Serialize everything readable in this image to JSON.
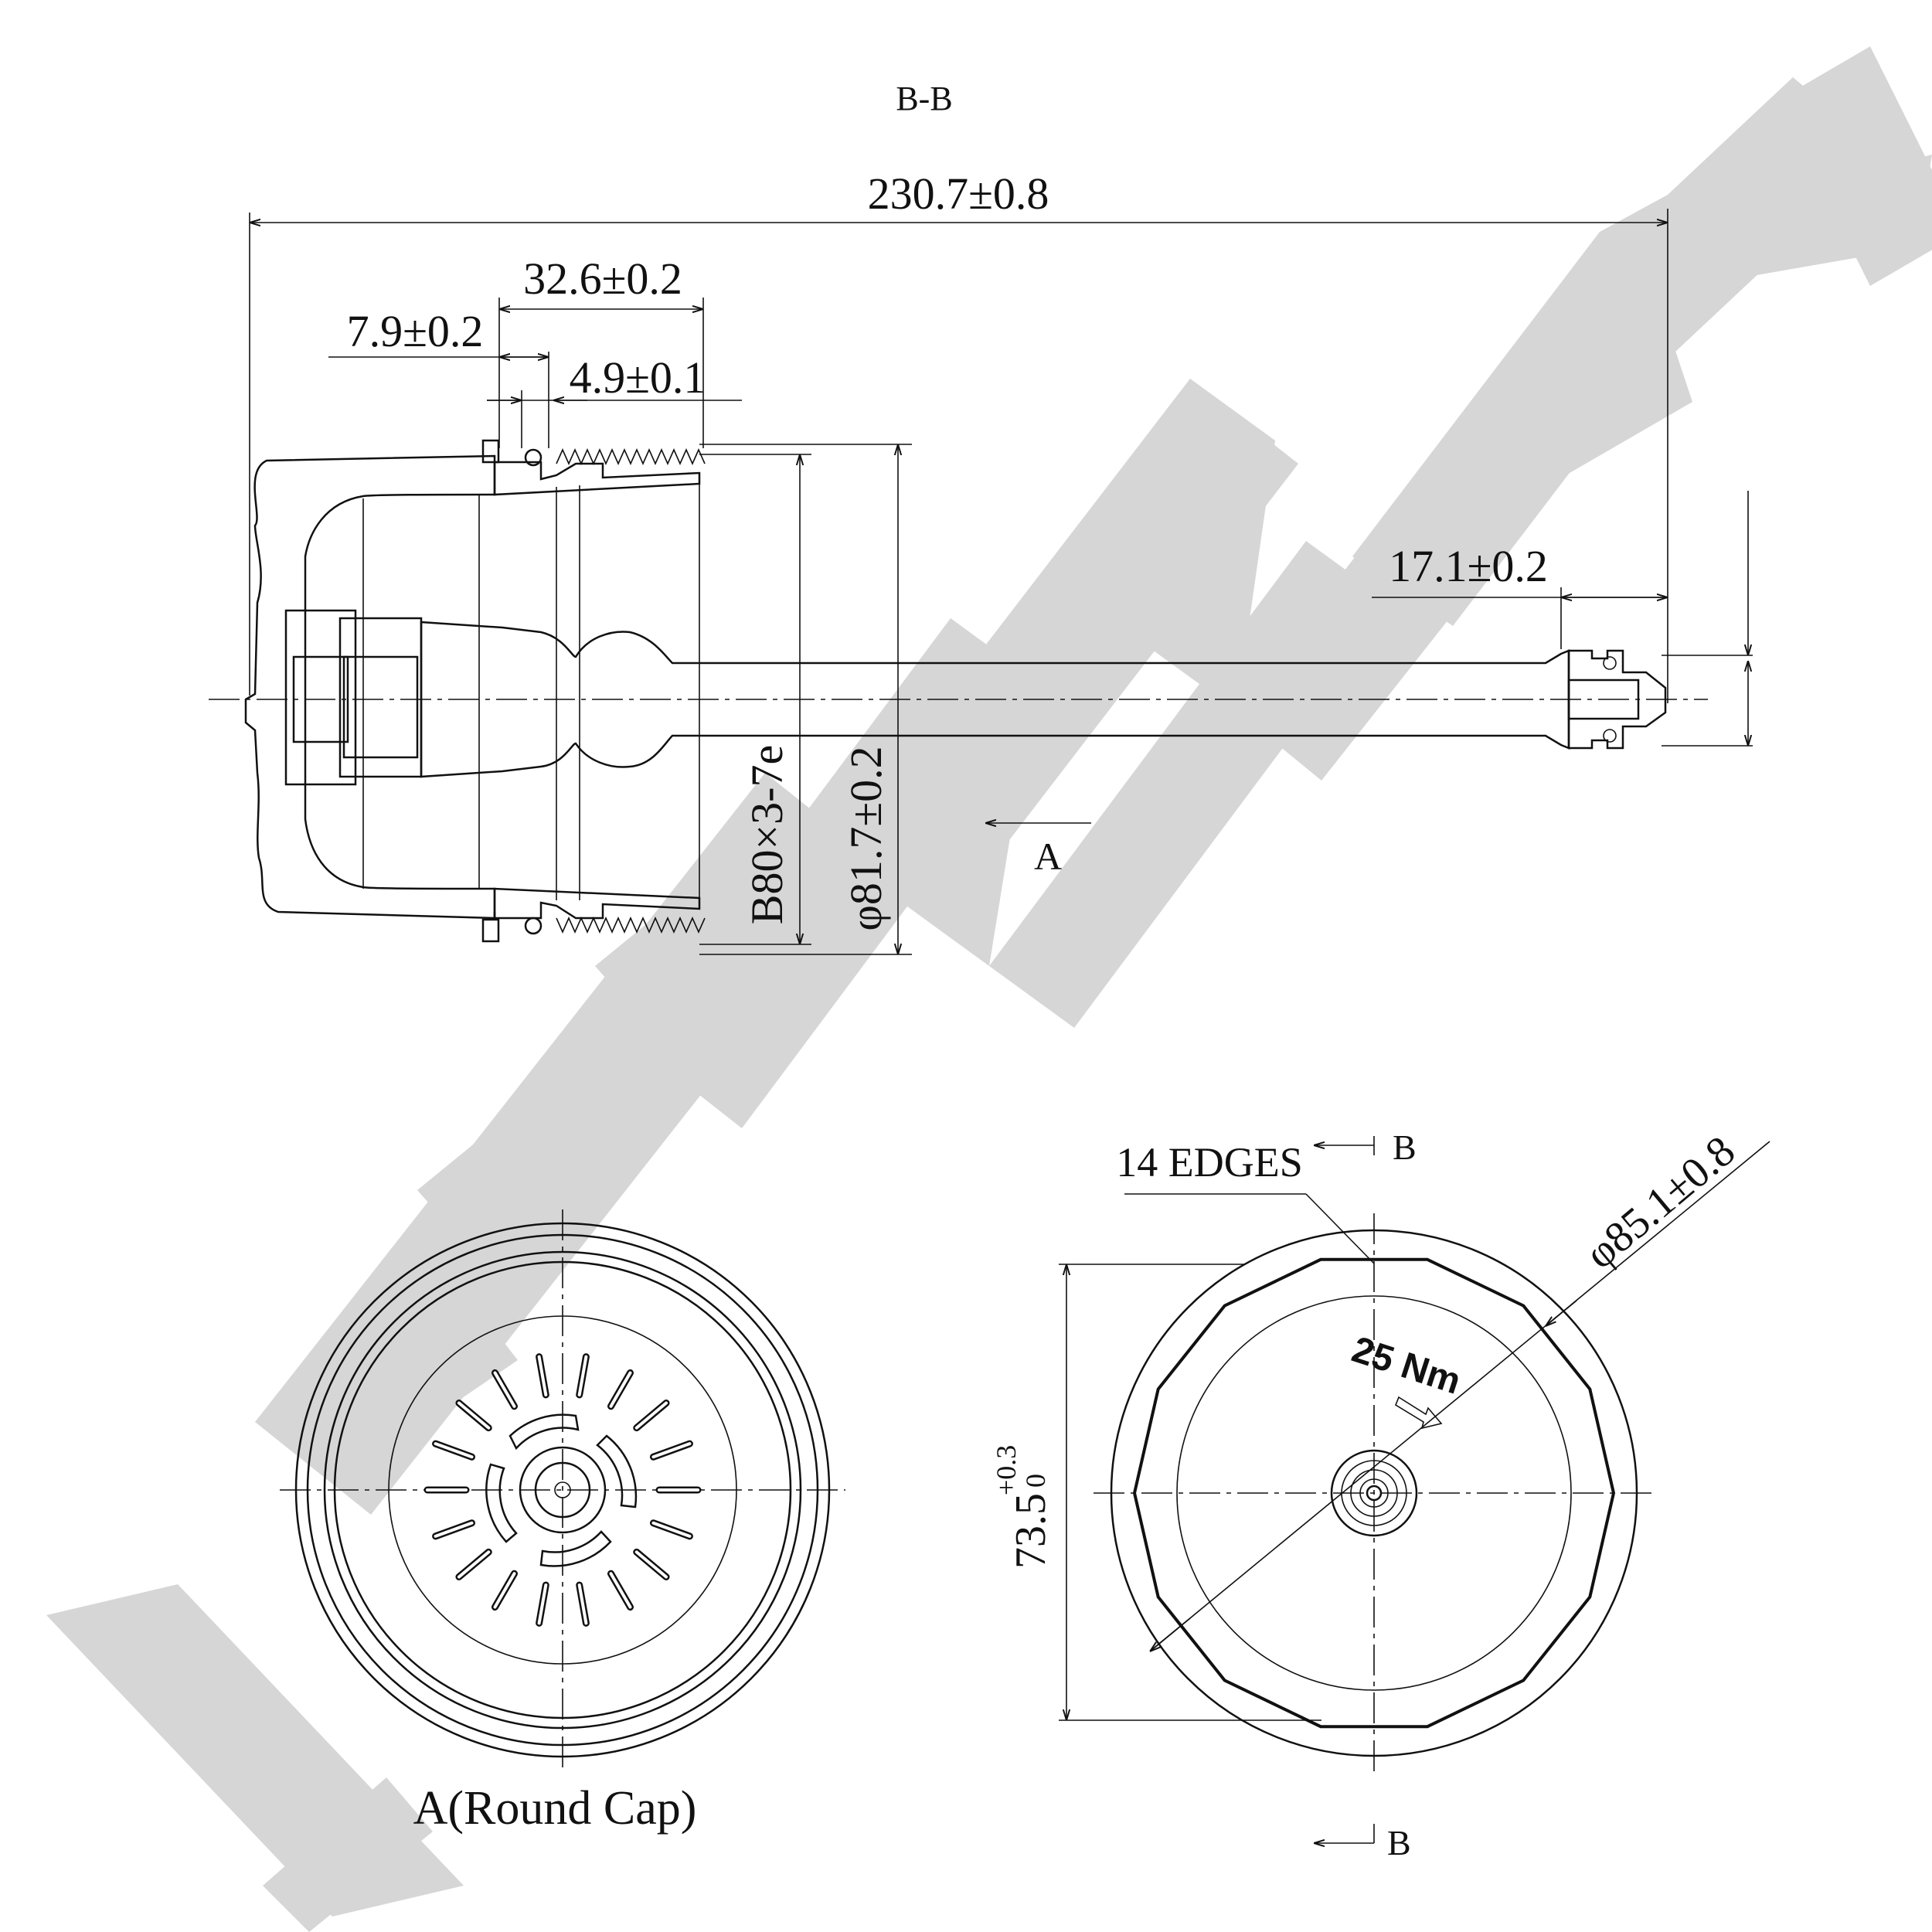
{
  "section_label": "B-B",
  "dimensions": {
    "overall_length": "230.7±0.8",
    "cap_length": "32.6±0.2",
    "flange_offset": "7.9±0.2",
    "flange_width": "4.9±0.1",
    "tip_length": "17.1±0.2",
    "thread": "B80×3-7e",
    "cap_diameter": "φ81.7±0.2",
    "outer_diameter": "φ85.1±0.8",
    "flat_width_base": "73.5",
    "flat_width_tol_upper": "+0.3",
    "flat_width_tol_lower": "0"
  },
  "view_arrow_label": "A",
  "edges_label": "14 EDGES",
  "section_marker_top": "B",
  "section_marker_bottom": "B",
  "torque_label": "25 Nm",
  "round_cap_caption": "A(Round Cap)",
  "watermark_text": "XENNEK",
  "colors": {
    "line": "#111111",
    "watermark": "#d6d6d6",
    "background": "#ffffff"
  }
}
